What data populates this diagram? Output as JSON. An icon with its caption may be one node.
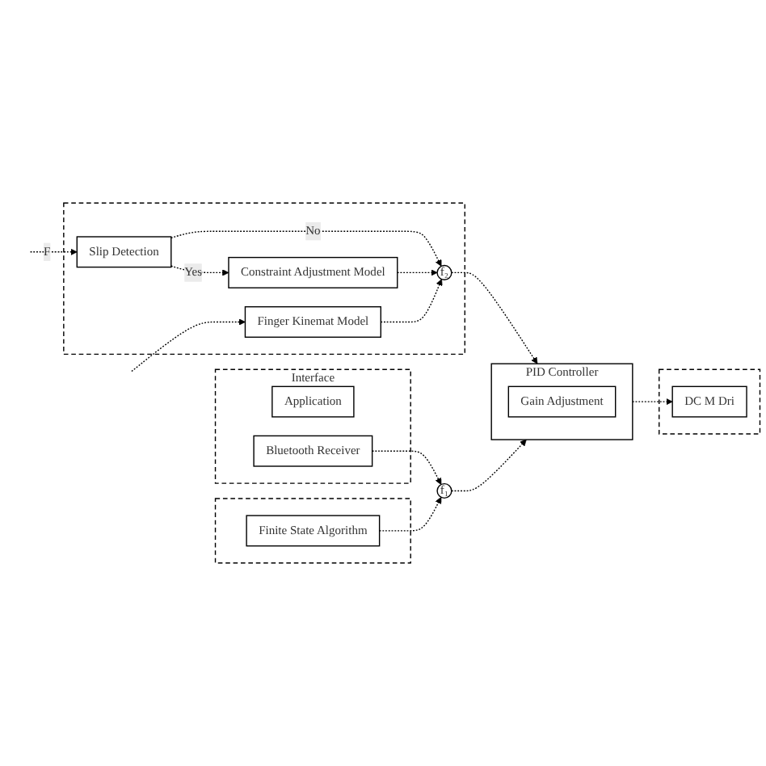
{
  "diagram": {
    "nodes": [
      {
        "text": [
          "Interface"
        ]
      },
      {
        "text": [
          "Application"
        ],
        "in": 0
      },
      {
        "text": [
          "Bluetooth Receiver"
        ],
        "in": 0
      },
      {
        "text": [],
        "shape": "box"
      },
      {
        "text": [
          "Slip Detection"
        ],
        "in": 3
      },
      {
        "text": [
          "Constraint Adjustment Model"
        ],
        "in": 3
      },
      {
        "text": [
          "f₂"
        ],
        "in": 3
      },
      {
        "text": [
          "Finger Kinemat Model"
        ],
        "in": 3
      },
      {
        "text": [],
        "shape": "box"
      },
      {
        "text": [
          "Finite State Algorithm"
        ],
        "in": 8
      },
      {
        "text": [
          "f₁"
        ]
      },
      {
        "text": [
          "PID Controller"
        ]
      },
      {
        "text": [
          "Gain Adjustment"
        ],
        "in": 11
      },
      {
        "text": [],
        "shape": "box"
      },
      {
        "text": [
          "DC M Dri"
        ],
        "in": 13
      }
    ],
    "edges": [
      {
        "from": null,
        "to": 4,
        "label": "F",
        "arrow": "to",
        "style": "dashed"
      },
      {
        "from": 4,
        "to": 5,
        "label": "Yes",
        "arrow": "to",
        "style": "dashed"
      },
      {
        "from": 4,
        "to": 6,
        "label": "No",
        "arrow": "to",
        "style": "dashed"
      },
      {
        "from": 5,
        "to": 6,
        "arrow": "to",
        "style": "dashed"
      },
      {
        "from": 7,
        "to": 6,
        "arrow": "to",
        "style": "dashed"
      },
      {
        "from": 6,
        "to": 11,
        "arrow": "to",
        "style": "dashed"
      },
      {
        "from": 2,
        "to": 10,
        "arrow": "to",
        "style": "dashed"
      },
      {
        "from": 9,
        "to": 10,
        "arrow": "to",
        "style": "dashed"
      },
      {
        "from": 10,
        "to": 11,
        "arrow": "to",
        "style": "dashed"
      },
      {
        "from": 11,
        "to": 14,
        "arrow": "to",
        "style": "dashed"
      },
      {
        "from": null,
        "to": 7,
        "arrow": "to",
        "style": "dashed"
      }
    ]
  }
}
